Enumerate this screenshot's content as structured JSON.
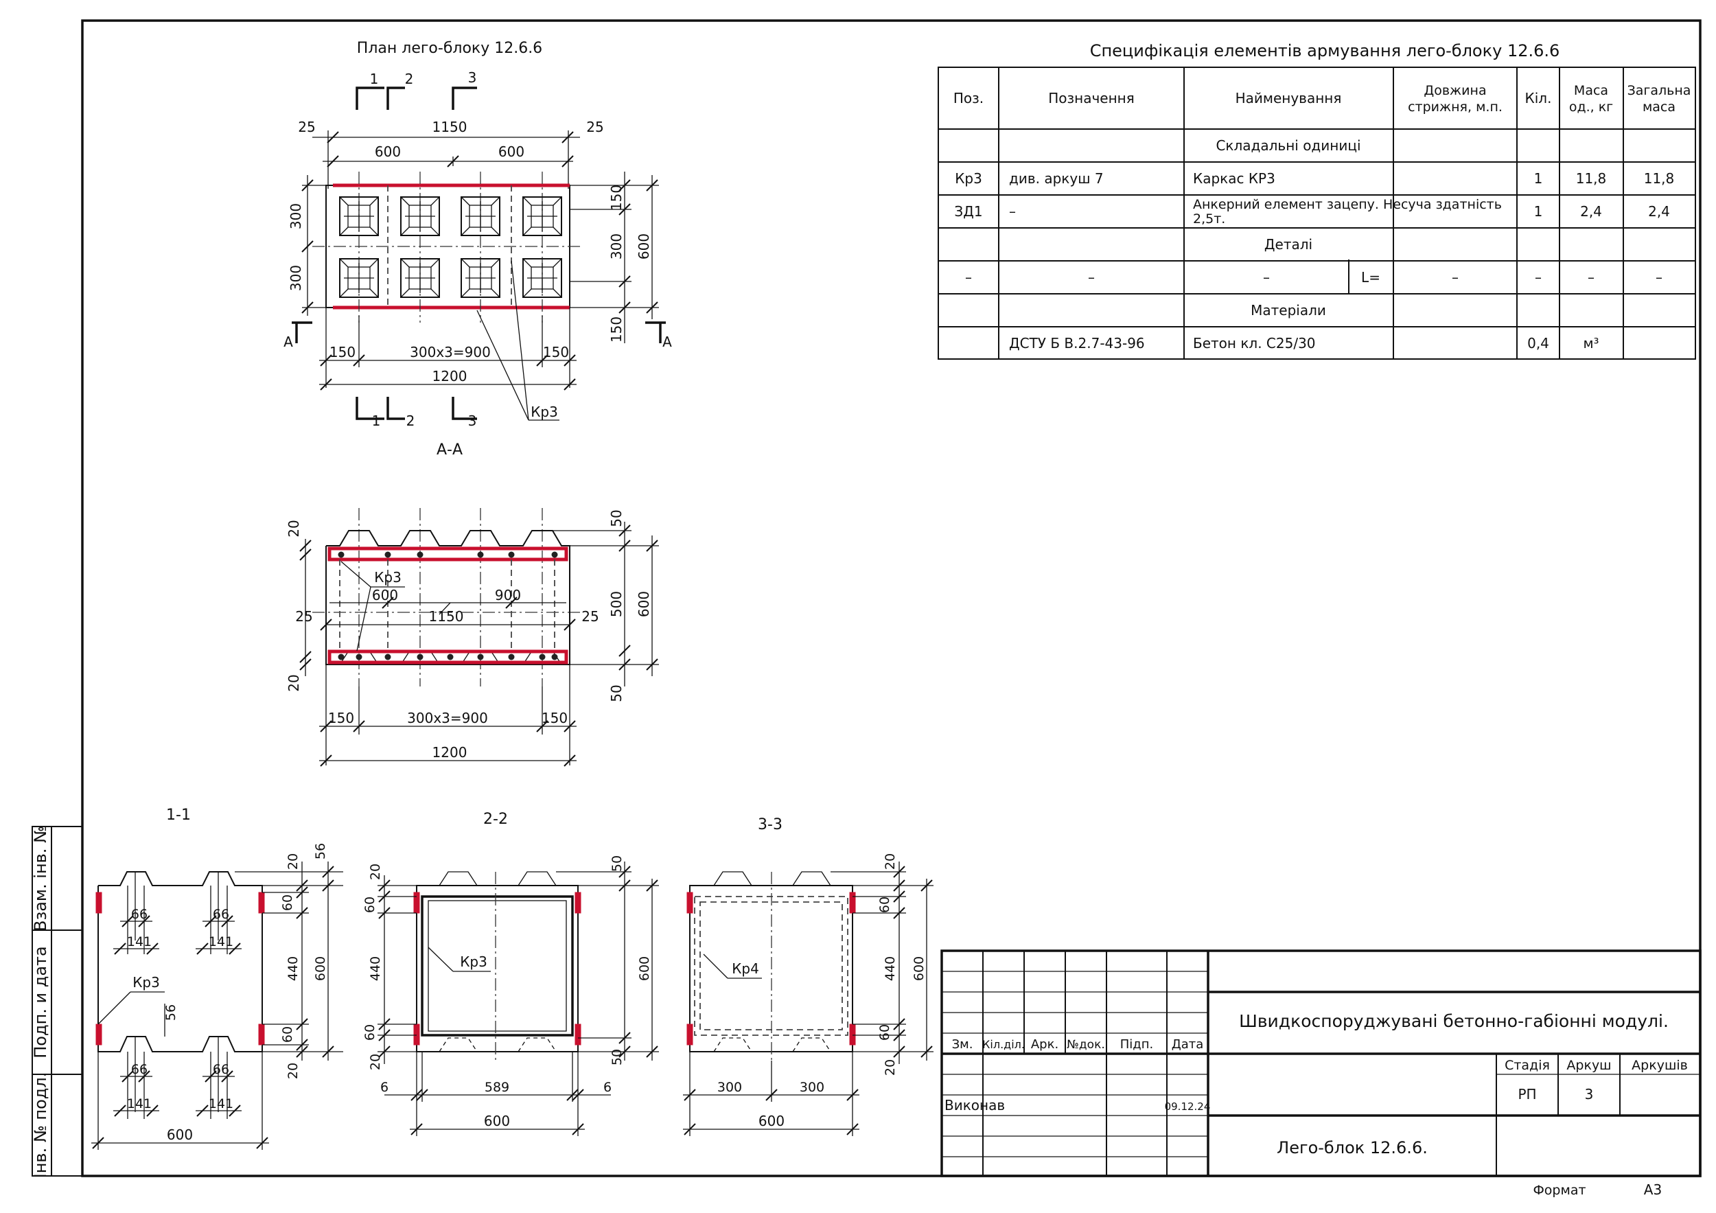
{
  "plan": {
    "title": "План лего-блоку 12.6.6",
    "section_label": "А-А",
    "cut_letter": "А"
  },
  "cuts": [
    "1",
    "2",
    "3"
  ],
  "dims": {
    "d25": "25",
    "d1150": "1150",
    "d600": "600",
    "d300": "300",
    "d150": "150",
    "d300x3": "300x3=900",
    "d1200": "1200",
    "d20": "20",
    "d50": "50",
    "d500": "500",
    "d900": "900",
    "d56": "56",
    "d66": "66",
    "d141": "141",
    "d60": "60",
    "d440": "440",
    "d589": "589",
    "d6": "6"
  },
  "marks": {
    "kr3": "Кр3",
    "kr4": "Кр4"
  },
  "sections": {
    "s1": "1-1",
    "s2": "2-2",
    "s3": "3-3"
  },
  "spec": {
    "title": "Специфікація елементів армування лего-блоку 12.6.6",
    "headers": {
      "pos": "Поз.",
      "designation": "Позначення",
      "name": "Найменування",
      "length": "Довжина",
      "length2": "стрижня, м.п.",
      "qty": "Кіл.",
      "mass": "Маса",
      "mass2": "од., кг",
      "total": "Загальна",
      "total2": "маса"
    },
    "groups": {
      "assemblies": "Складальні одиниці",
      "details": "Деталі",
      "materials": "Матеріали"
    },
    "row_kr3": {
      "pos": "Кр3",
      "designation": "див. аркуш 7",
      "name": "Каркас КР3",
      "qty": "1",
      "mass": "11,8",
      "total": "11,8"
    },
    "row_zd1": {
      "pos": "ЗД1",
      "designation": "–",
      "name": "Анкерний елемент зацепу. Несуча здатність",
      "name2": "2,5т.",
      "qty": "1",
      "mass": "2,4",
      "total": "2,4"
    },
    "row_detail": {
      "dash": "–",
      "l": "L="
    },
    "row_material": {
      "designation": "ДСТУ Б В.2.7-43-96",
      "name": "Бетон кл. С25/30",
      "qty": "0,4",
      "unit": "м³"
    }
  },
  "stamp": {
    "cols": [
      "Зм.",
      "Кіл.діл.",
      "Арк.",
      "№док.",
      "Підп.",
      "Дата"
    ],
    "project": "Швидкоспоруджувані бетонно-габіонні модулі.",
    "performer_role": "Виконав",
    "date": "09.12.24",
    "stage_label": "Стадія",
    "sheet_label": "Аркуш",
    "sheets_label": "Аркушів",
    "stage": "РП",
    "sheet": "3",
    "drawing": "Лего-блок 12.6.6."
  },
  "side_stamp": {
    "interchange": "Взам. інв. №",
    "signature": "Подп. и дата",
    "original": "Інв. № подл."
  },
  "format": {
    "label": "Формат",
    "value": "А3"
  }
}
